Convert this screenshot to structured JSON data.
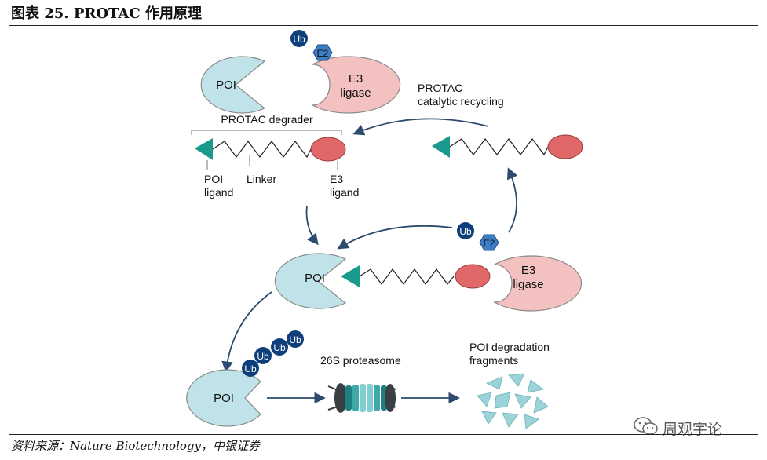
{
  "header": {
    "title": "图表 25. PROTAC 作用原理"
  },
  "diagram": {
    "poi": "POI",
    "e3_line1": "E3",
    "e3_line2": "ligase",
    "ub": "Ub",
    "e2": "E2",
    "recycling_line1": "PROTAC",
    "recycling_line2": "catalytic recycling",
    "degrader": "PROTAC degrader",
    "poi_ligand_line1": "POI",
    "poi_ligand_line2": "ligand",
    "linker": "Linker",
    "e3_ligand_line1": "E3",
    "e3_ligand_line2": "ligand",
    "proteasome": "26S proteasome",
    "fragments_line1": "POI degradation",
    "fragments_line2": "fragments"
  },
  "footer": {
    "source": "资料来源：Nature Biotechnology，中银证券",
    "watermark": "周观宇论"
  },
  "colors": {
    "poi_fill": "#bfe3e8",
    "e3_fill": "#f4c1c1",
    "e3_ligand_fill": "#e06868",
    "poi_ligand_fill": "#1a9a8c",
    "ub_fill": "#0e3f7a",
    "e2_fill": "#3d7fc6",
    "arrow": "#2e4a6e"
  }
}
